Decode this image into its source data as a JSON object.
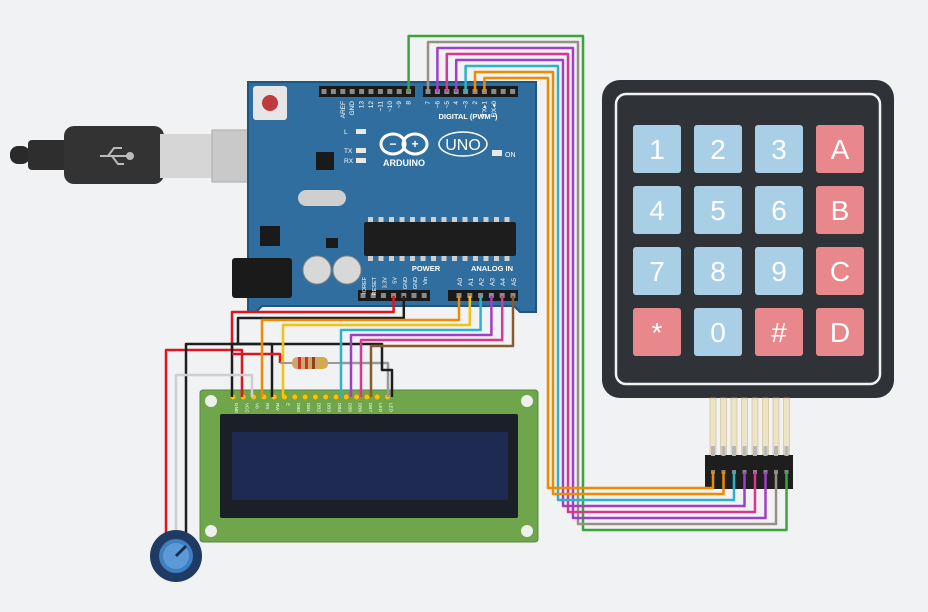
{
  "arduino": {
    "brand": "ARDUINO",
    "model": "UNO",
    "on_label": "ON",
    "digital_header": "DIGITAL (PWM~)",
    "power_header": "POWER",
    "analog_header": "ANALOG IN",
    "led_labels": [
      "L",
      "TX",
      "RX"
    ],
    "top_pin_labels": [
      "AREF",
      "GND",
      "13",
      "12",
      "~11",
      "~10",
      "~9",
      "8",
      "7",
      "~6",
      "~5",
      "4",
      "~3",
      "2",
      "TX▸1",
      "RX◂0"
    ],
    "power_pin_labels": [
      "IOREF",
      "RESET",
      "3.3V",
      "5V",
      "GND",
      "GND",
      "Vin"
    ],
    "analog_pin_labels": [
      "A0",
      "A1",
      "A2",
      "A3",
      "A4",
      "A5"
    ]
  },
  "keypad": {
    "keys": [
      "1",
      "2",
      "3",
      "A",
      "4",
      "5",
      "6",
      "B",
      "7",
      "8",
      "9",
      "C",
      "*",
      "0",
      "#",
      "D"
    ],
    "colors": {
      "digit": "#a8cfe6",
      "letter": "#e8888c",
      "body": "#2f3337"
    }
  },
  "lcd": {
    "pin_labels": [
      "GND",
      "VCC",
      "V0",
      "RS",
      "RW",
      "E",
      "DB0",
      "DB1",
      "DB2",
      "DB3",
      "DB4",
      "DB5",
      "DB6",
      "DB7",
      "LED",
      "LED"
    ],
    "colors": {
      "pcb": "#6fa54b",
      "screen": "#1f2a52"
    }
  },
  "wire_colors": {
    "red": "#e0141e",
    "black": "#1e1e1e",
    "green": "#3aa63a",
    "gray": "#9a8f86",
    "purple": "#a03ec8",
    "pink": "#d9368f",
    "cyan": "#2cb3c9",
    "orange": "#f08a00",
    "yellow": "#f1c40f",
    "brown": "#8b5a2b"
  }
}
